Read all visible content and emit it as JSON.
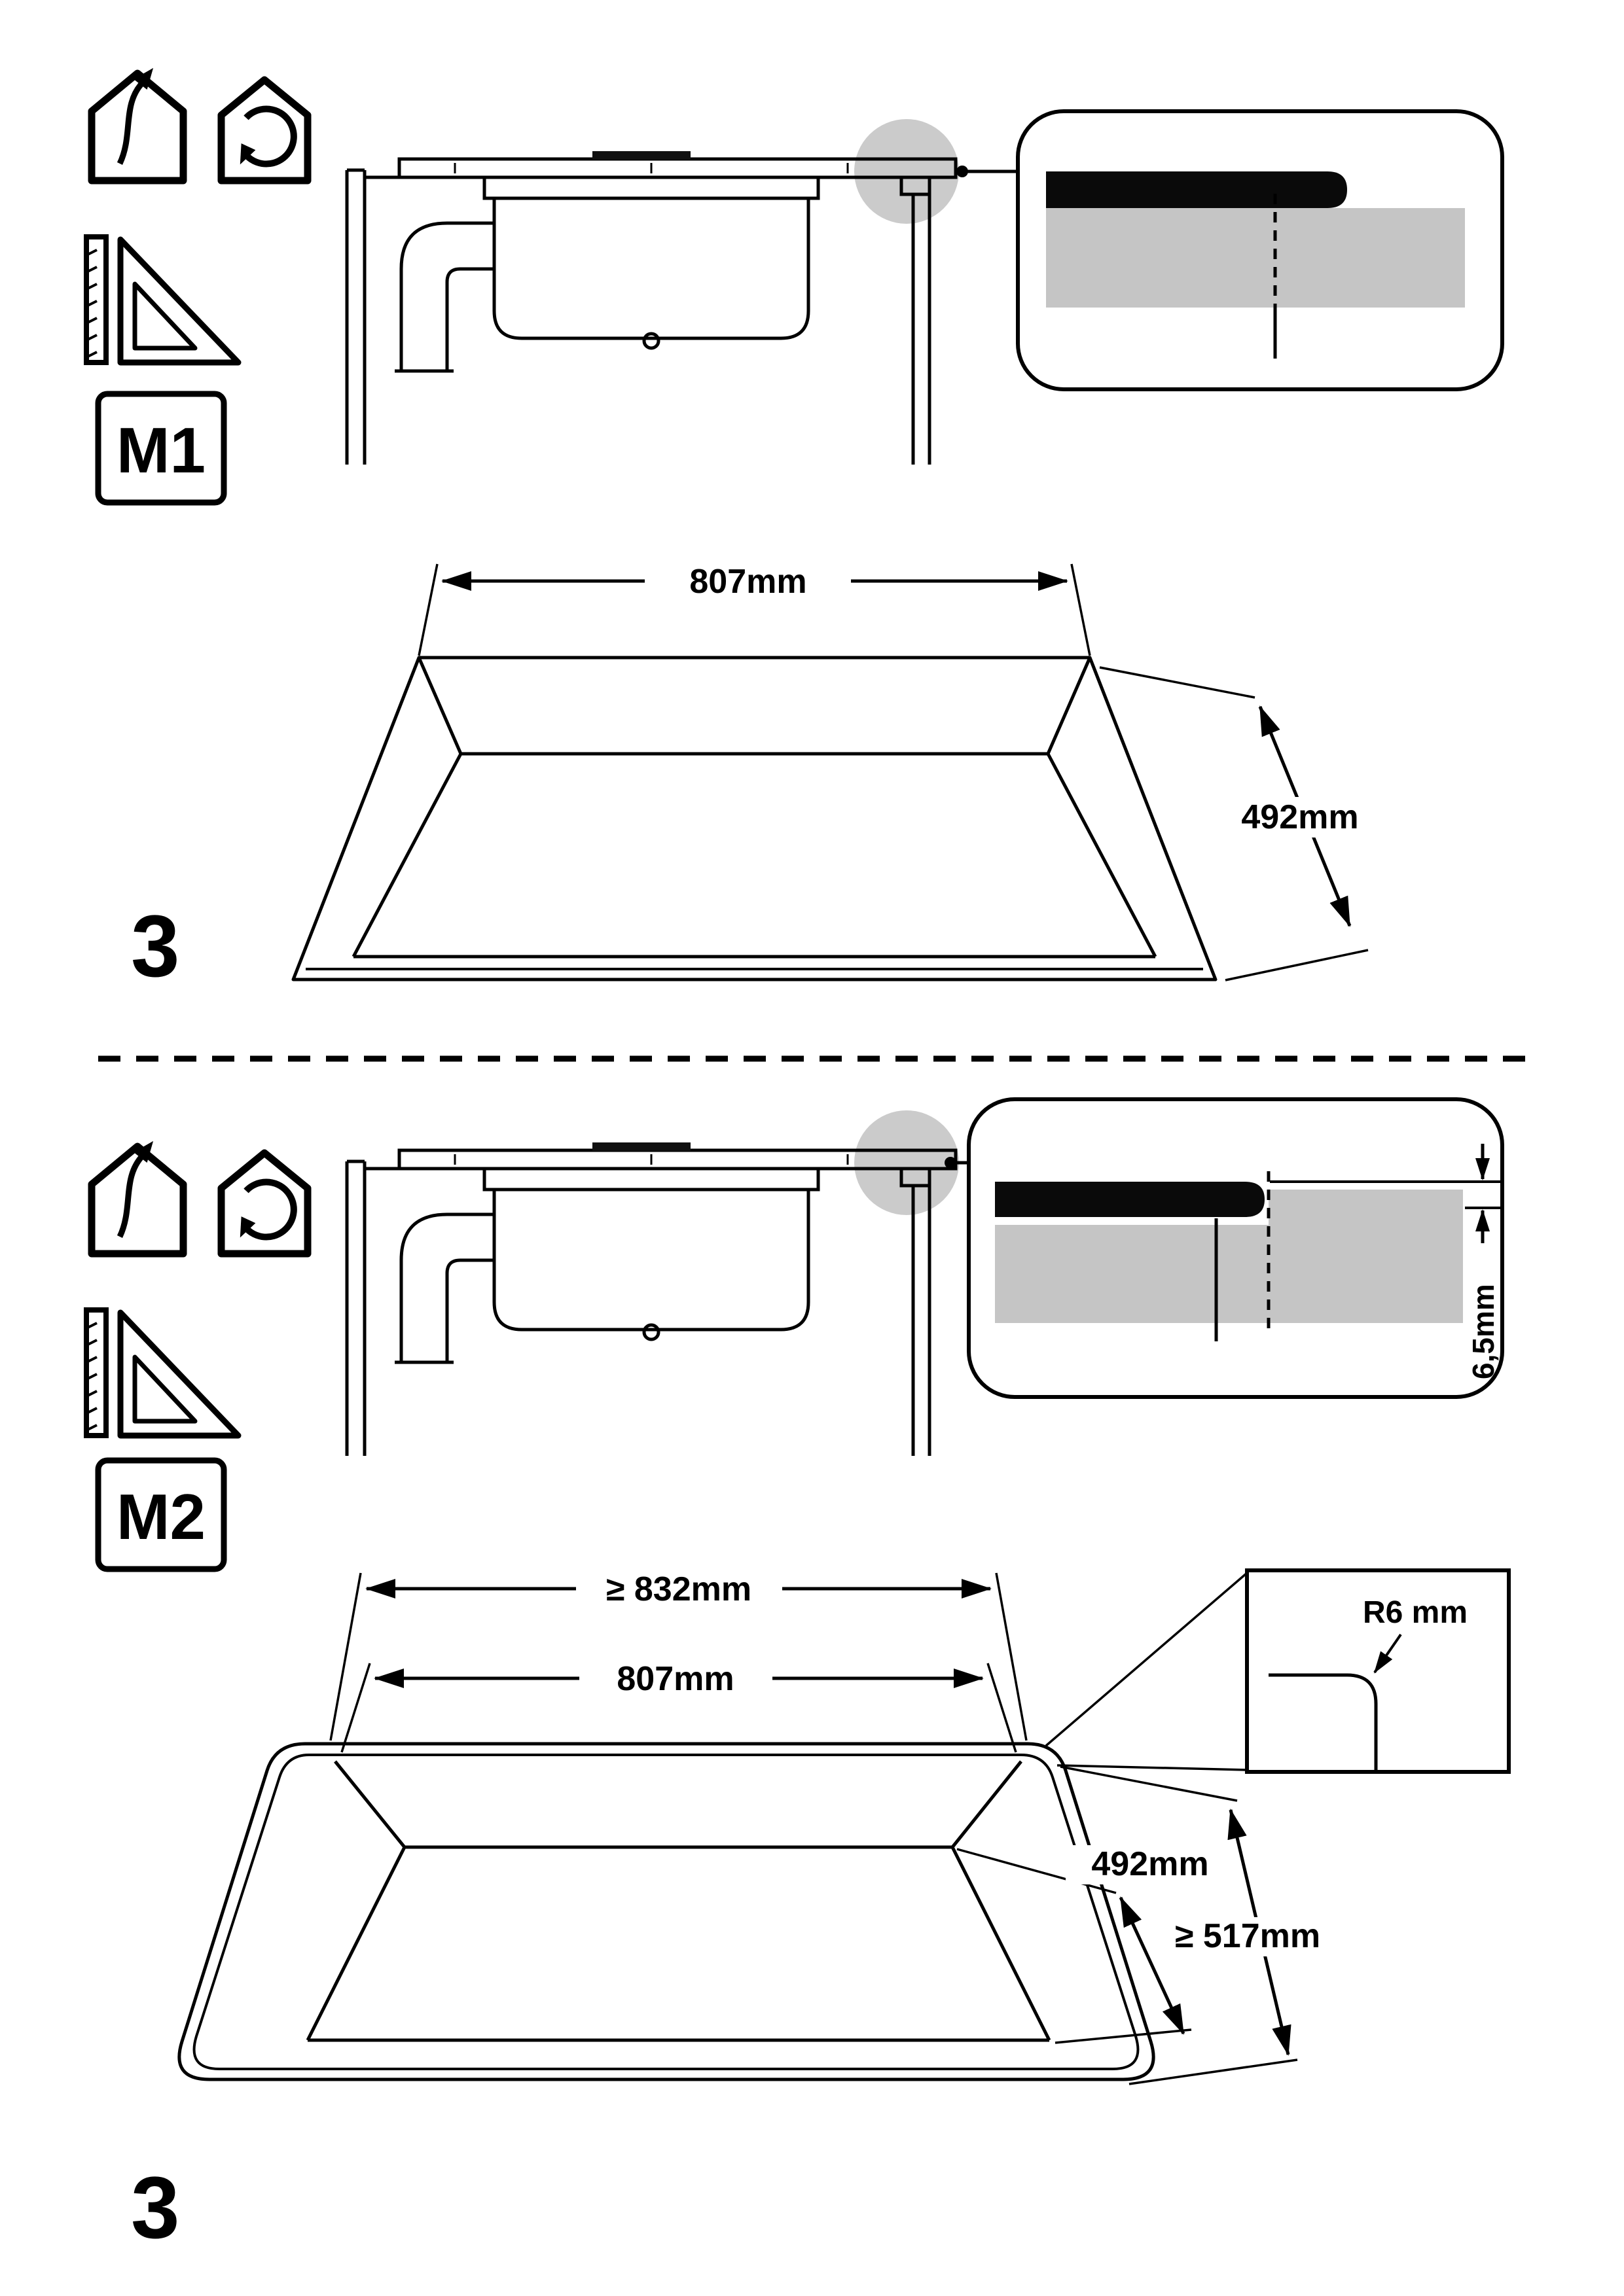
{
  "page": {
    "background": "#ffffff"
  },
  "colors": {
    "slab_gray": "#c5c5c5",
    "detail_circle": "#cbcbcb",
    "ink": "#000000"
  },
  "icons": {
    "extraction_house": "house-with-exit-arrow",
    "recirculation_house": "house-with-circular-arrow",
    "set_square": "triangle-ruler",
    "detail_dot": "black-dot-leader"
  },
  "m1": {
    "badge": "M1",
    "step": "3",
    "cutout_width": "807mm",
    "cutout_depth": "492mm"
  },
  "m2": {
    "badge": "M2",
    "step": "3",
    "min_width": "≥ 832mm",
    "cutout_width": "807mm",
    "cutout_depth": "492mm",
    "min_depth": "≥ 517mm",
    "corner_radius": "R6 mm",
    "recess_depth": "6,5mm"
  }
}
